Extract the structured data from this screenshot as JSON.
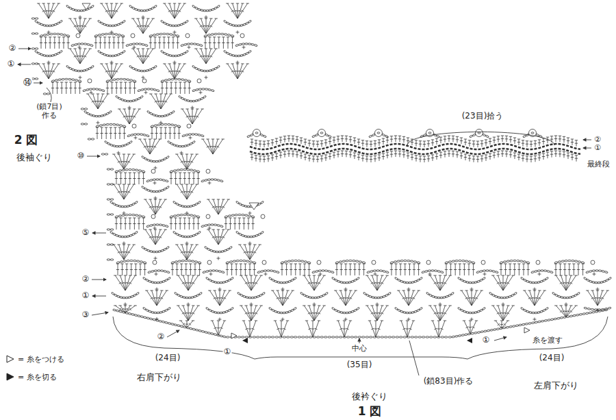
{
  "diagram": {
    "labels": [
      "②",
      "①",
      "⑭",
      "(鎖7目) 作る",
      "2 図",
      "後袖ぐり",
      "(23目)拾う",
      "②",
      "①",
      "最終段",
      "⑩",
      "⑤",
      "②",
      "①",
      "③",
      "②",
      "①",
      "①",
      "中心",
      "糸を渡す",
      "(24目)",
      "(35目)",
      "(24目)",
      "右肩下がり",
      "(鎖83目)作る",
      "左肩下がり",
      "後衿ぐり",
      "1 図"
    ],
    "legend": [
      {
        "text": "= 糸をつける"
      },
      {
        "text": "= 糸を切る"
      }
    ]
  }
}
